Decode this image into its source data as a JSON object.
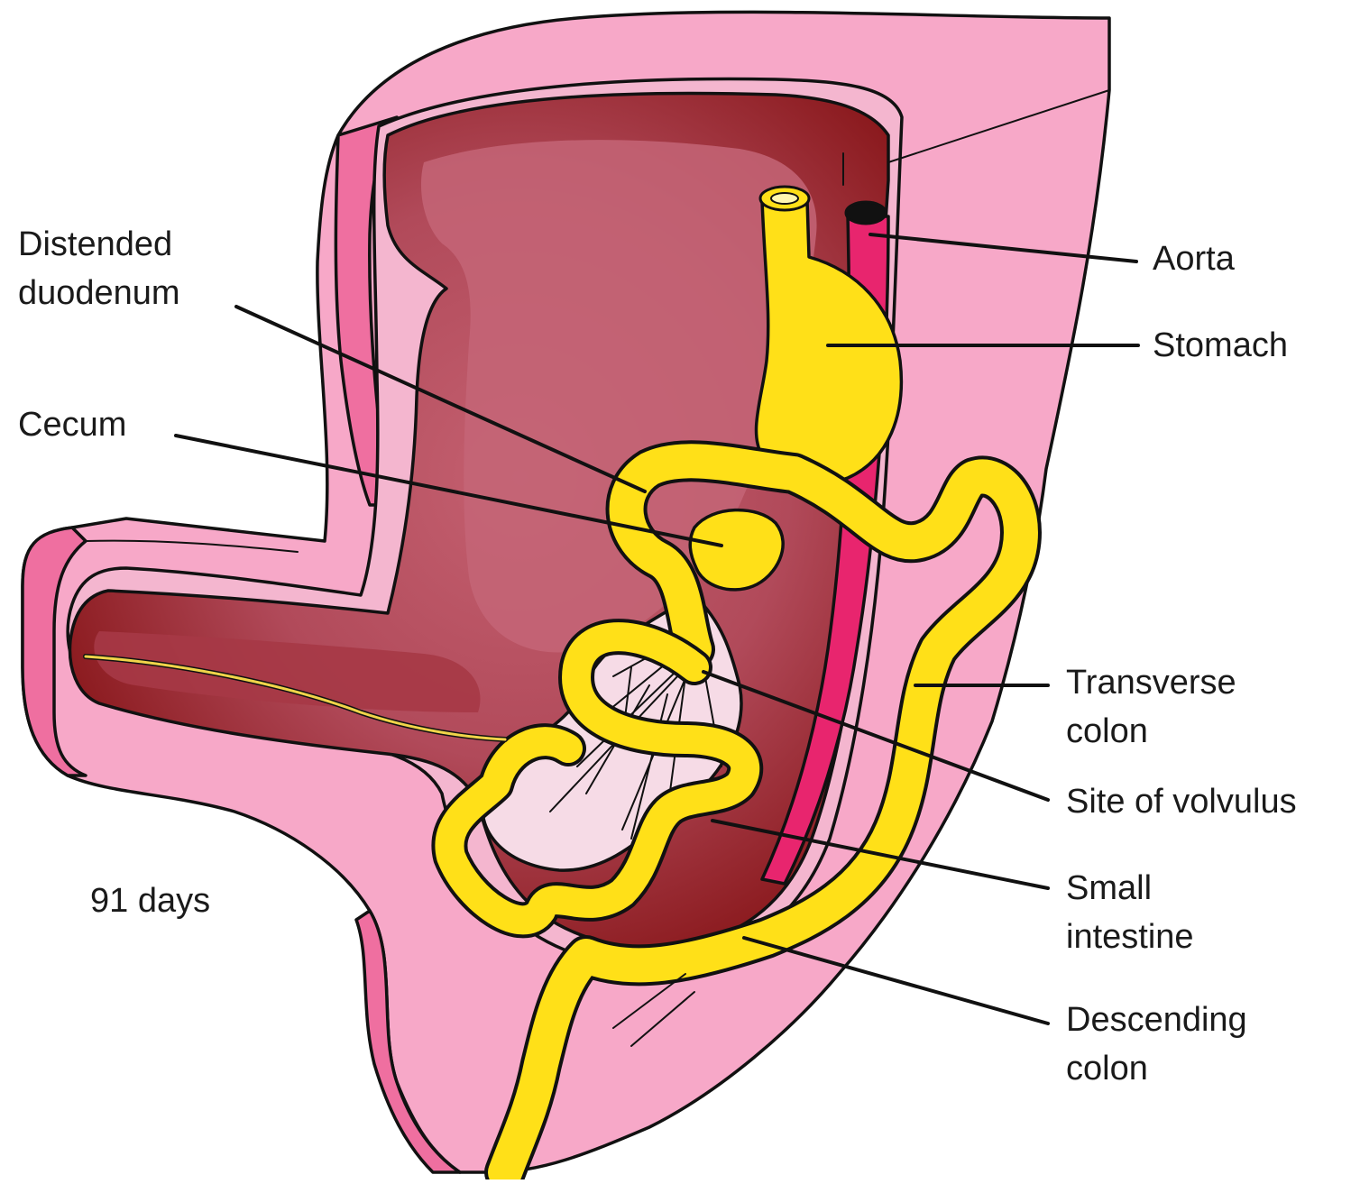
{
  "caption": "91 days",
  "labels": {
    "distended_duodenum": [
      "Distended",
      "duodenum"
    ],
    "cecum": [
      "Cecum"
    ],
    "aorta": [
      "Aorta"
    ],
    "stomach": [
      "Stomach"
    ],
    "transverse_colon": [
      "Transverse",
      "colon"
    ],
    "site_of_volvulus": [
      "Site of volvulus"
    ],
    "small_intestine": [
      "Small",
      "intestine"
    ],
    "descending_colon": [
      "Descending",
      "colon"
    ]
  },
  "colors": {
    "wall_pink": "#f7a8c8",
    "wall_deep_pink": "#ef6fa0",
    "cavity_dark": "#8b1a1e",
    "cavity_light": "#c46070",
    "gut_yellow": "#ffe018",
    "aorta": "#e8256e",
    "mesentery": "#f6dbe6",
    "outline": "#111111"
  }
}
